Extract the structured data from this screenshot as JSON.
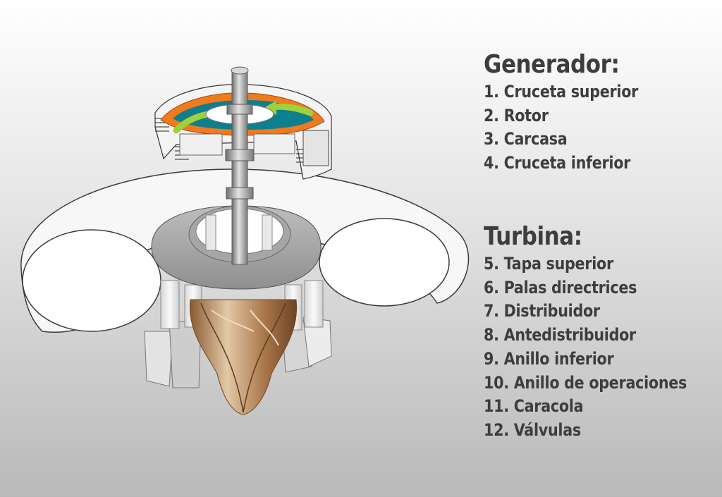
{
  "generator": {
    "heading": "Generador:",
    "items": [
      "1. Cruceta superior",
      "2. Rotor",
      "3. Carcasa",
      "4. Cruceta inferior"
    ]
  },
  "turbine": {
    "heading": "Turbina:",
    "items": [
      "5. Tapa superior",
      "6. Palas directrices",
      "7. Distribuidor",
      "8. Antedistribuidor",
      "9. Anillo inferior",
      "10. Anillo de operaciones",
      "11. Caracola",
      "12. Válvulas"
    ]
  },
  "colors": {
    "text": "#3d3d3d",
    "stator_orange": "#f07a1e",
    "rotor_teal": "#0e7f8e",
    "arrow_green": "#9fd23a",
    "runner_bronze": "#b98a5c",
    "shaft_gray": "#9a9a9a"
  }
}
